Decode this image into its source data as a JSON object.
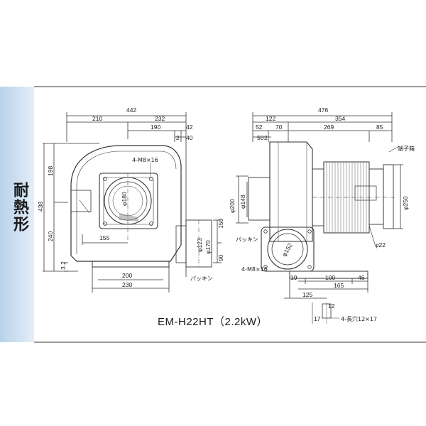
{
  "side_label": "耐熱形",
  "model_title": "EM-H22HT（2.2kW）",
  "front_view": {
    "dim_overall_width": "442",
    "dim_left": "210",
    "dim_right": "232",
    "dim_190": "190",
    "dim_42": "42",
    "dim_2": "2",
    "dim_40": "40",
    "dim_height": "438",
    "dim_upper": "198",
    "dim_lower": "240",
    "dim_base": "3.2",
    "dim_155": "155",
    "dim_200": "200",
    "dim_230": "230",
    "dim_150": "150",
    "dim_90": "90",
    "dia_inlet": "φ180",
    "dia_123": "φ123",
    "dia_170": "φ170",
    "bolt_label": "4-M8×16",
    "packing_label": "パッキン"
  },
  "side_view": {
    "dim_overall_width": "476",
    "dim_122": "122",
    "dim_354": "354",
    "dim_52": "52",
    "dim_70": "70",
    "dim_269": "269",
    "dim_85": "85",
    "dim_50": "50",
    "dim_2": "2",
    "dia_200": "φ200",
    "dia_148": "φ148",
    "dia_152": "φ152",
    "dia_250": "φ250",
    "dia_22": "φ22",
    "terminal_label": "端子箱",
    "packing_label": "パッキン",
    "bolt_label": "4-M8×16",
    "dim_19": "19",
    "dim_100": "100",
    "dim_46": "46",
    "dim_125": "125",
    "dim_165": "165",
    "dim_12": "12",
    "dim_17": "17",
    "slot_label": "4-長穴12×17"
  }
}
